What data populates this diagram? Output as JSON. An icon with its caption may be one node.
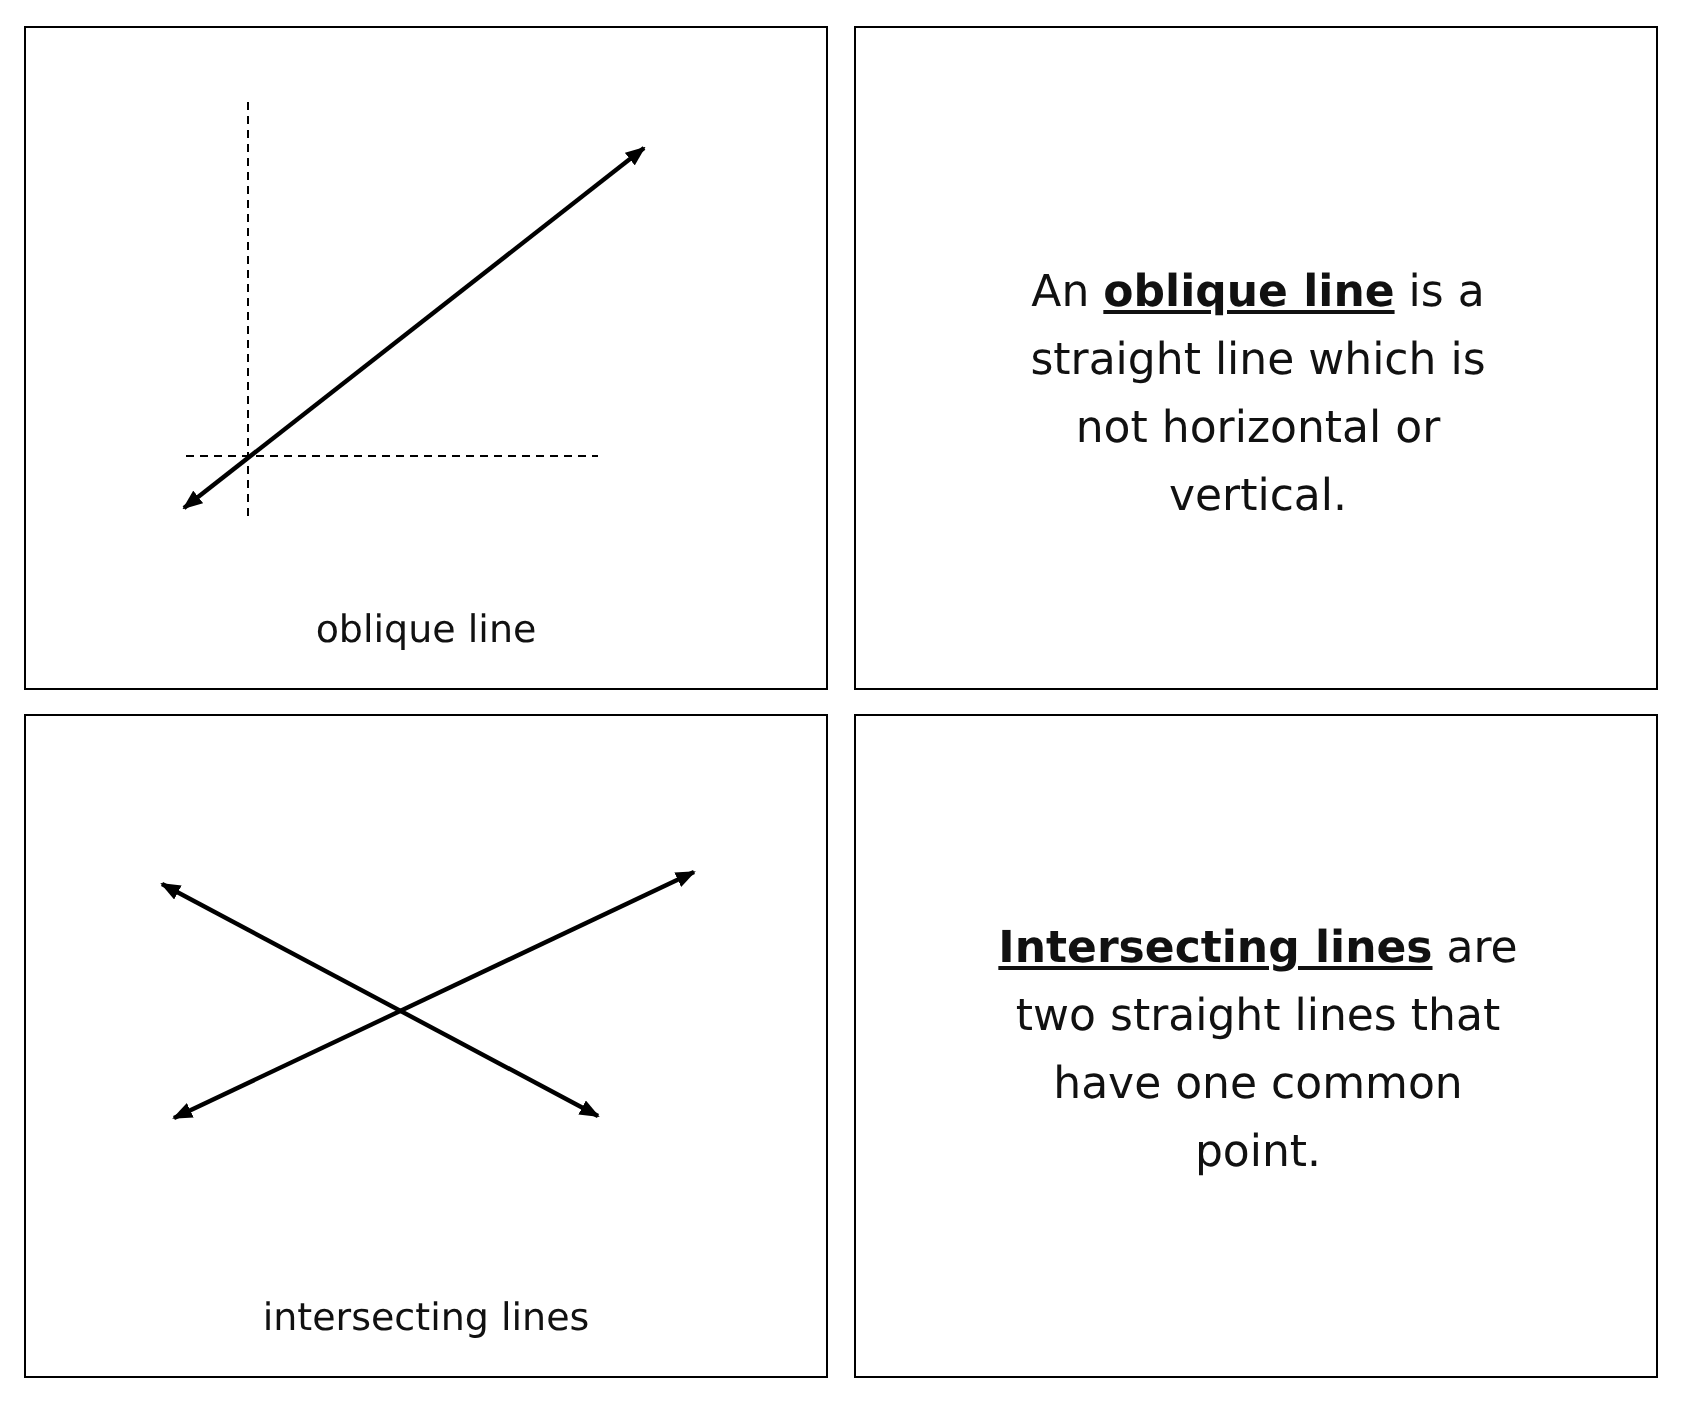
{
  "diagram": {
    "nodes": [
      {
        "text": [
          "oblique line"
        ]
      },
      {
        "text": [
          "An **oblique line** is a straight line which is not horizontal or vertical."
        ]
      },
      {
        "text": [
          "intersecting lines"
        ]
      },
      {
        "text": [
          "**Intersecting lines** are two straight lines that have one common point."
        ]
      }
    ]
  }
}
